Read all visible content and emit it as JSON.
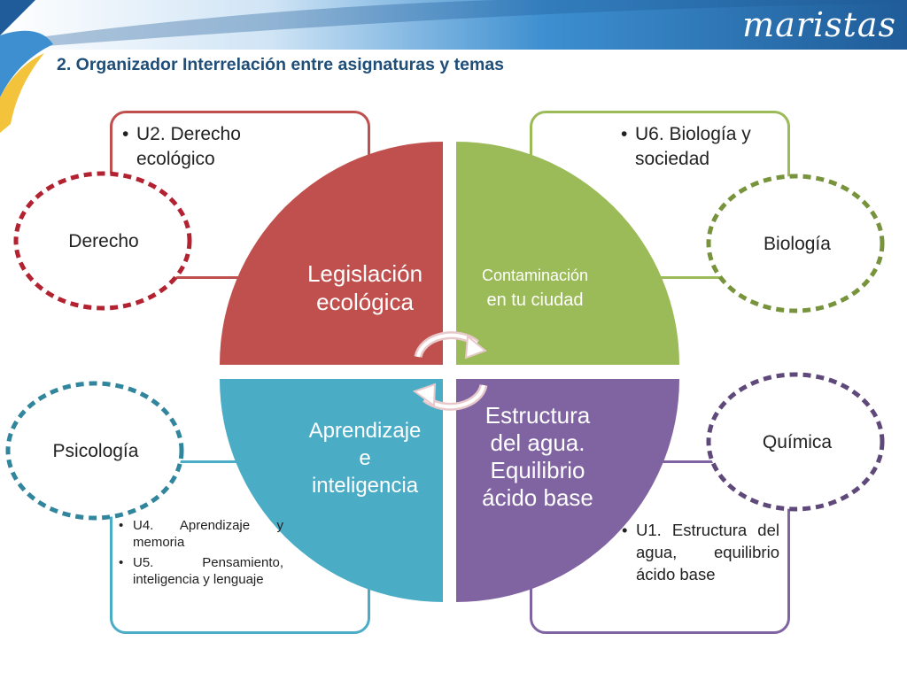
{
  "brand": {
    "logo_text": "maristas"
  },
  "title": "2. Organizador Interrelación entre asignaturas y temas",
  "colors": {
    "header_dark": "#1f5c99",
    "header_light": "#3d8fd0",
    "accent_yellow": "#f3c43b",
    "title_blue": "#1f4e79",
    "red": "#c0504d",
    "green": "#9bbb59",
    "blue": "#4bacc6",
    "purple": "#8064a2",
    "dashed_red": "#b22231",
    "dashed_green": "#77933c",
    "dashed_teal": "#31859c",
    "dashed_purple": "#5f497a"
  },
  "quadrants": {
    "legislation": {
      "line1": "Legislación",
      "line2": "ecológica"
    },
    "contamination": {
      "line1": "Contaminación",
      "line2": "en tu ciudad"
    },
    "learning": {
      "line1": "Aprendizaje",
      "line2": "e",
      "line3": "inteligencia"
    },
    "water": {
      "line1": "Estructura",
      "line2": "del agua.",
      "line3": "Equilibrio",
      "line4": "ácido base"
    }
  },
  "subjects": {
    "derecho": "Derecho",
    "biologia": "Biología",
    "psicologia": "Psicología",
    "quimica": "Química"
  },
  "units": {
    "red": [
      "U2. Derecho ecológico"
    ],
    "green": [
      "U6. Biología y sociedad"
    ],
    "blue": [
      "U4. Aprendizaje y memoria",
      "U5. Pensamiento, inteligencia y lenguaje"
    ],
    "purple": [
      "U1. Estructura del agua, equilibrio ácido base"
    ]
  },
  "icons": {
    "center": "cycle-arrows-icon"
  }
}
